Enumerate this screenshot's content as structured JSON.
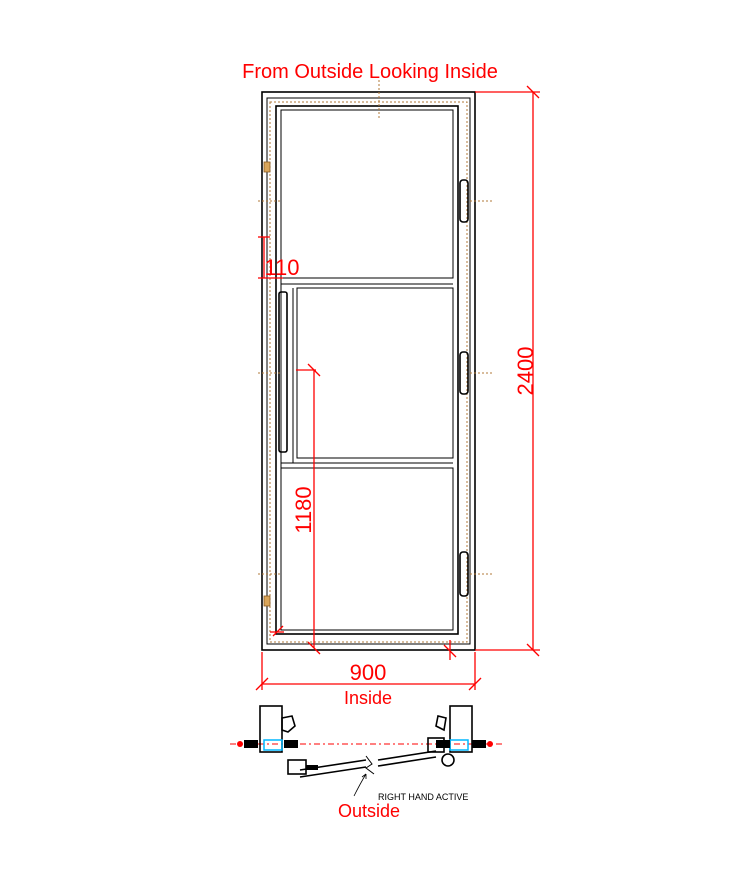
{
  "labels": {
    "title": "From Outside Looking Inside",
    "height_dim": "2400",
    "width_dim": "900",
    "rail_offset_dim": "110",
    "handle_height_dim": "1180",
    "inside": "Inside",
    "outside": "Outside",
    "swing_note": "RIGHT HAND ACTIVE"
  },
  "colors": {
    "dimension": "#ff0000",
    "frame": "#000000",
    "hidden_line": "#b07a3a",
    "seal": "#00b7ff"
  }
}
